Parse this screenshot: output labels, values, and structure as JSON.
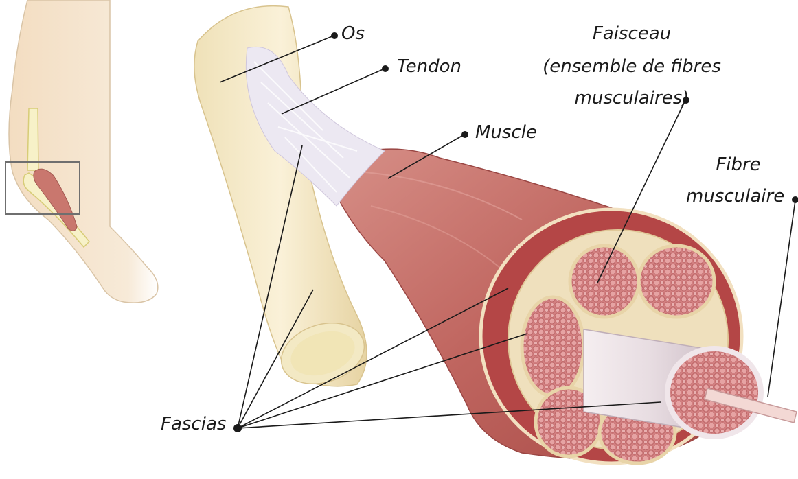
{
  "labels": {
    "os": "Os",
    "tendon": "Tendon",
    "muscle": "Muscle",
    "faisceau_line1": "Faisceau",
    "faisceau_line2": "(ensemble de fibres",
    "faisceau_line3": "musculaires)",
    "fibre_line1": "Fibre",
    "fibre_line2": "musculaire",
    "fascias": "Fascias"
  },
  "colors": {
    "skin": "#f1dcc0",
    "bone": "#f2e6c2",
    "tendon": "#ece8f2",
    "muscle": "#c8706a",
    "muscle_dark": "#a2403e",
    "fascicle": "#d98a8a",
    "line": "#1a1a1a"
  }
}
